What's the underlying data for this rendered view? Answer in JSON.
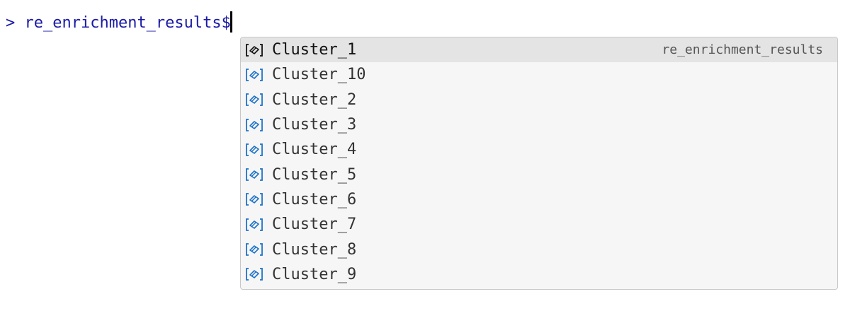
{
  "console": {
    "prompt": "> ",
    "command": "re_enrichment_results$"
  },
  "suggestions": {
    "kind_icon": "field-icon",
    "icon_color": "#1e73c8",
    "selected_icon_color": "#111111",
    "items": [
      {
        "label": "Cluster_1",
        "detail": "re_enrichment_results",
        "selected": true
      },
      {
        "label": "Cluster_10"
      },
      {
        "label": "Cluster_2"
      },
      {
        "label": "Cluster_3"
      },
      {
        "label": "Cluster_4"
      },
      {
        "label": "Cluster_5"
      },
      {
        "label": "Cluster_6"
      },
      {
        "label": "Cluster_7"
      },
      {
        "label": "Cluster_8"
      },
      {
        "label": "Cluster_9"
      }
    ]
  }
}
